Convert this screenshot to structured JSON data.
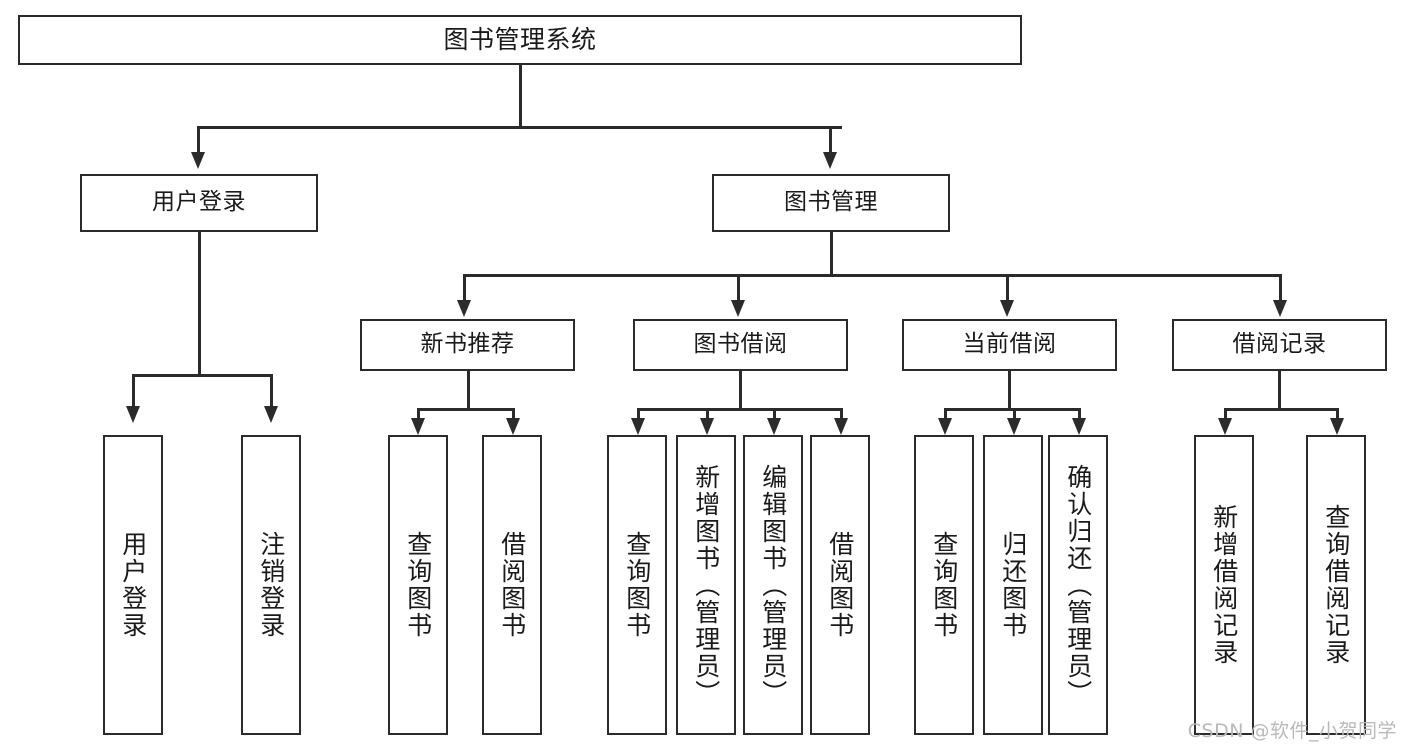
{
  "diagram": {
    "title": "图书管理系统",
    "watermark": "CSDN @软件_小贺同学",
    "levels": {
      "root": {
        "label": "图书管理系统"
      },
      "level2": [
        {
          "label": "用户登录"
        },
        {
          "label": "图书管理"
        }
      ],
      "level3": [
        {
          "label": "新书推荐"
        },
        {
          "label": "图书借阅"
        },
        {
          "label": "当前借阅"
        },
        {
          "label": "借阅记录"
        }
      ],
      "leaves": [
        {
          "label": "用户登录"
        },
        {
          "label": "注销登录"
        },
        {
          "label": "查询图书"
        },
        {
          "label": "借阅图书"
        },
        {
          "label": "查询图书"
        },
        {
          "label": "新增图书（管理员）"
        },
        {
          "label": "编辑图书（管理员）"
        },
        {
          "label": "借阅图书"
        },
        {
          "label": "查询图书"
        },
        {
          "label": "归还图书"
        },
        {
          "label": "确认归还（管理员）"
        },
        {
          "label": "新增借阅记录"
        },
        {
          "label": "查询借阅记录"
        }
      ]
    },
    "colors": {
      "stroke": "#2b2b2b",
      "fill": "#ffffff",
      "text": "#1a1a1a",
      "watermark": "#b9b9b9"
    }
  }
}
